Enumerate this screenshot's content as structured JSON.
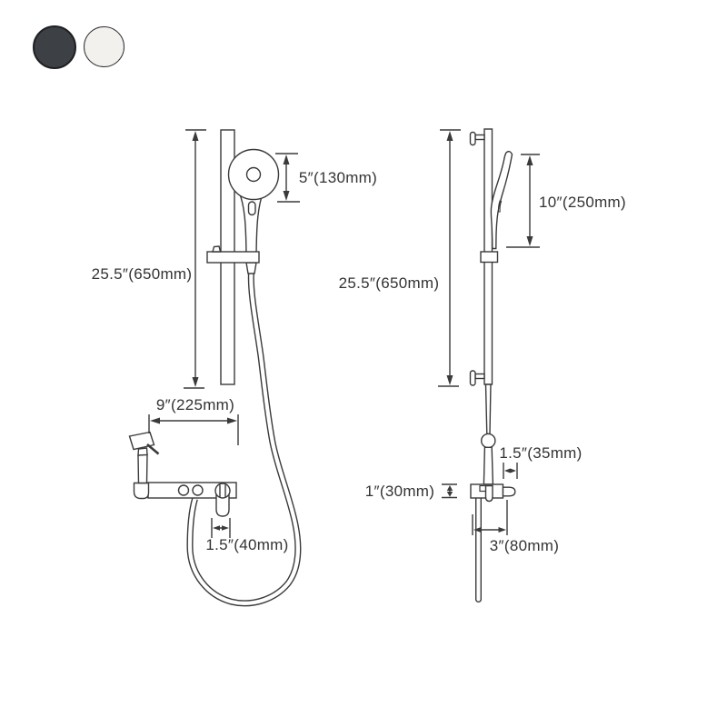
{
  "swatches": {
    "options": [
      {
        "id": "dark-gray",
        "color": "#3d4045",
        "border": "#1e2023"
      },
      {
        "id": "white",
        "color": "#f2f1ee",
        "border": "#2e2e2e"
      }
    ]
  },
  "front_view": {
    "bar_height": "25.5″(650mm)",
    "head_height": "5″(130mm)",
    "bar_reach": "9″(225mm)",
    "spout_width": "1.5″(40mm)"
  },
  "side_view": {
    "bar_height": "25.5″(650mm)",
    "head_length": "10″(250mm)",
    "handle_offset": "1.5″(35mm)",
    "body_height": "1″(30mm)",
    "body_depth": "3″(80mm)"
  },
  "style": {
    "line_color": "#3a3a3a",
    "text_color": "#333333",
    "background": "#ffffff"
  }
}
